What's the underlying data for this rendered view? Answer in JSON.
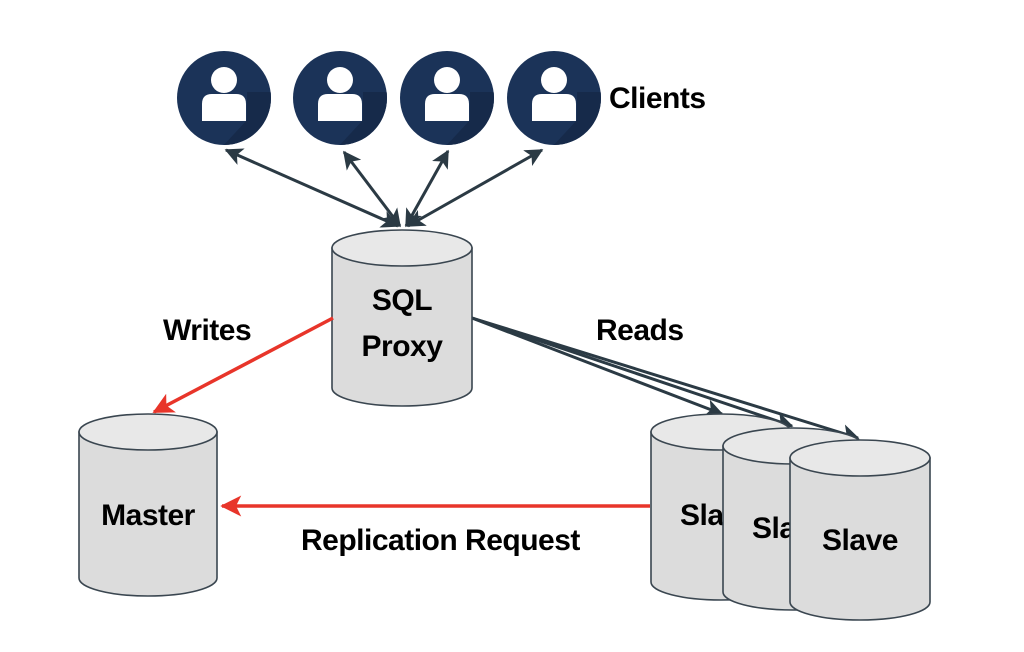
{
  "diagram": {
    "type": "architecture",
    "title": "SQL Proxy read/write split with replication",
    "colors": {
      "client_circle": "#1b3358",
      "client_icon": "#ffffff",
      "database_fill": "#dcdcdc",
      "database_stroke": "#3a4650",
      "arrow_dark": "#2b3a44",
      "arrow_red": "#e8352a",
      "text": "#000000"
    },
    "labels": {
      "clients": "Clients",
      "proxy_line1": "SQL",
      "proxy_line2": "Proxy",
      "writes": "Writes",
      "reads": "Reads",
      "master": "Master",
      "replication": "Replication Request",
      "slave_partial_1": "Sla",
      "slave_partial_2": "Sla",
      "slave": "Slave"
    },
    "nodes": [
      {
        "id": "client-1",
        "kind": "client",
        "icon": "user-icon"
      },
      {
        "id": "client-2",
        "kind": "client",
        "icon": "user-icon"
      },
      {
        "id": "client-3",
        "kind": "client",
        "icon": "user-icon"
      },
      {
        "id": "client-4",
        "kind": "client",
        "icon": "user-icon"
      },
      {
        "id": "sql-proxy",
        "kind": "database",
        "label": "SQL Proxy"
      },
      {
        "id": "master",
        "kind": "database",
        "label": "Master"
      },
      {
        "id": "slave-1",
        "kind": "database",
        "label": "Slave"
      },
      {
        "id": "slave-2",
        "kind": "database",
        "label": "Slave"
      },
      {
        "id": "slave-3",
        "kind": "database",
        "label": "Slave"
      }
    ],
    "edges": [
      {
        "from": "sql-proxy",
        "to": "client-1",
        "style": "bidirectional",
        "color": "dark"
      },
      {
        "from": "sql-proxy",
        "to": "client-2",
        "style": "bidirectional",
        "color": "dark"
      },
      {
        "from": "sql-proxy",
        "to": "client-3",
        "style": "bidirectional",
        "color": "dark"
      },
      {
        "from": "sql-proxy",
        "to": "client-4",
        "style": "bidirectional",
        "color": "dark"
      },
      {
        "from": "sql-proxy",
        "to": "master",
        "style": "directed",
        "color": "red",
        "label": "Writes"
      },
      {
        "from": "sql-proxy",
        "to": "slave-1",
        "style": "directed",
        "color": "dark",
        "label": "Reads"
      },
      {
        "from": "sql-proxy",
        "to": "slave-2",
        "style": "directed",
        "color": "dark",
        "label": "Reads"
      },
      {
        "from": "sql-proxy",
        "to": "slave-3",
        "style": "directed",
        "color": "dark",
        "label": "Reads"
      },
      {
        "from": "slave-1",
        "to": "master",
        "style": "directed",
        "color": "red",
        "label": "Replication Request"
      }
    ]
  }
}
